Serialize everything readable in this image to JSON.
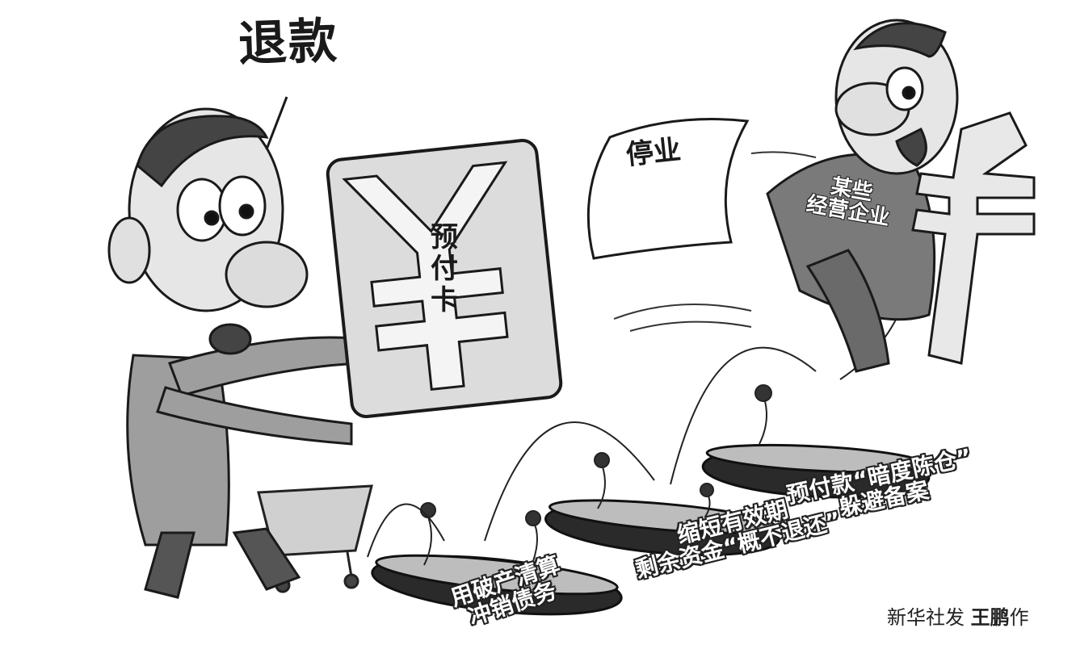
{
  "labels": {
    "shout": "退款",
    "card": "预付卡",
    "sign": "停业",
    "corporation": "某些\n经营企业",
    "hole_1": "用破产清算\n冲销债务",
    "hole_2": "缩短有效期\n剩余资金“概不退还”",
    "hole_3": "预付款“暗度陈仓”\n躲避备案"
  },
  "credit": {
    "agency": "新华社发 ",
    "author": "王鹏",
    "suffix": "作"
  },
  "colors": {
    "ink": "#1a1a1a",
    "light_gray": "#dcdcdc",
    "mid_gray": "#9a9a9a",
    "dark_gray": "#555555",
    "paper": "#ffffff"
  }
}
